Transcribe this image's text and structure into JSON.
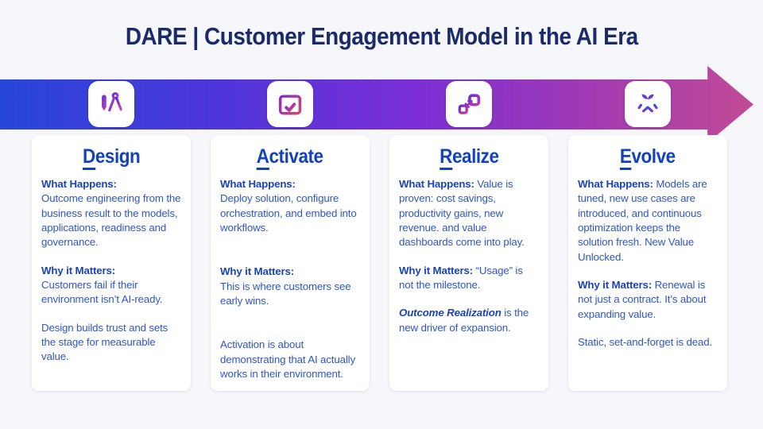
{
  "slide": {
    "title": "DARE | Customer Engagement Model in the AI Era"
  },
  "colors": {
    "background": "#f6f7fa",
    "title_navy": "#1a2a6b",
    "heading_blue": "#1242c0",
    "body_blue": "#2f57c4",
    "label_blue": "#1a43bb",
    "arrow_gradient_start": "#2847d9",
    "arrow_gradient_mid": "#7b2ed5",
    "arrow_gradient_end": "#c14b96"
  },
  "stages": [
    {
      "name": "Design",
      "initial": "D",
      "rest": "esign",
      "icon": "design-tools-icon",
      "sections": [
        {
          "label": "What Happens:",
          "text": "Outcome engineering from the business result to the models, applications, readiness and governance."
        },
        {
          "label": "Why it Matters:",
          "text": "Customers fail if their environment isn’t AI-ready."
        },
        {
          "text": "Design builds trust and sets the stage for measurable value."
        }
      ]
    },
    {
      "name": "Activate",
      "initial": "A",
      "rest": "ctivate",
      "icon": "calendar-check-icon",
      "sections": [
        {
          "label": "What Happens:",
          "text": "Deploy solution, configure orchestration, and embed into workflows."
        },
        {
          "label": "Why it Matters:",
          "text": "This is where customers see early wins."
        },
        {
          "text": "Activation is about demonstrating that AI actually works in their environment."
        }
      ]
    },
    {
      "name": "Realize",
      "initial": "R",
      "rest": "ealize",
      "icon": "expand-scale-icon",
      "sections": [
        {
          "label": "What Happens:",
          "text": " Value is proven: cost savings, productivity gains, new revenue. and value dashboards come into play."
        },
        {
          "label": "Why it Matters:",
          "text": "  “Usage” is not the milestone."
        },
        {
          "em": "Outcome Realization",
          "text": " is the new driver of expansion."
        }
      ]
    },
    {
      "name": "Evolve",
      "initial": "E",
      "rest": "volve",
      "icon": "growth-roots-icon",
      "sections": [
        {
          "label": "What Happens:",
          "text": " Models are tuned, new use cases are introduced, and continuous optimization keeps the solution fresh.  New Value Unlocked."
        },
        {
          "label": "Why it Matters:",
          "text": " Renewal is not just a contract. It’s about expanding value."
        },
        {
          "text": "Static, set-and-forget is dead."
        }
      ]
    }
  ]
}
